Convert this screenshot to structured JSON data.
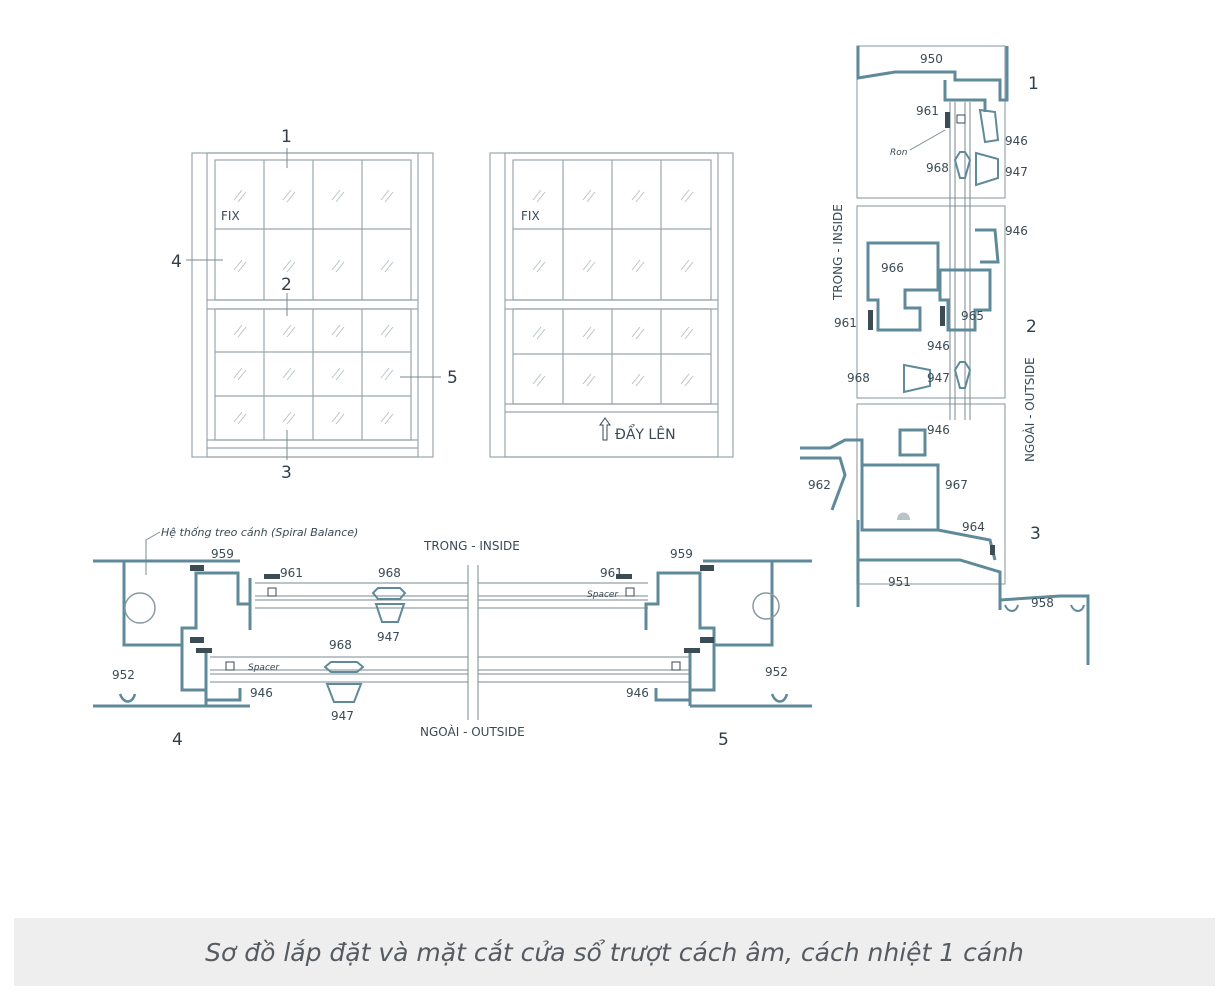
{
  "elevations": {
    "left": {
      "callouts": {
        "top": "1",
        "left": "4",
        "center": "2",
        "right": "5",
        "bottom": "3"
      },
      "fix_label": "FIX"
    },
    "right": {
      "fix_label": "FIX",
      "push_label": "ĐẨY LÊN"
    }
  },
  "horizontal_section": {
    "note": "Hệ thống treo cánh (Spiral Balance)",
    "inside_label": "TRONG - INSIDE",
    "outside_label": "NGOÀI - OUTSIDE",
    "spacer_label": "Spacer",
    "left_labels": {
      "p959": "959",
      "p961": "961",
      "p968_top": "968",
      "p947_top": "947",
      "p968_bottom": "968",
      "p947_bottom": "947",
      "p952": "952",
      "p946": "946"
    },
    "right_labels": {
      "p959": "959",
      "p961": "961",
      "p952": "952",
      "p946": "946"
    },
    "callouts": {
      "left": "4",
      "right": "5"
    }
  },
  "vertical_section": {
    "inside_label": "TRONG - INSIDE",
    "outside_label": "NGOÀI - OUTSIDE",
    "ron_label": "Ron",
    "part1": {
      "callout": "1",
      "p950": "950",
      "p961": "961",
      "p946": "946",
      "p968": "968",
      "p947": "947"
    },
    "part2": {
      "callout": "2",
      "p946_top": "946",
      "p966": "966",
      "p961": "961",
      "p965": "965",
      "p946_mid": "946",
      "p968": "968",
      "p947": "947"
    },
    "part3": {
      "callout": "3",
      "p946": "946",
      "p962": "962",
      "p967": "967",
      "p964": "964",
      "p951": "951",
      "p958": "958"
    }
  },
  "caption": "Sơ đồ lắp đặt và mặt cắt cửa sổ trượt cách âm, cách nhiệt 1 cánh"
}
